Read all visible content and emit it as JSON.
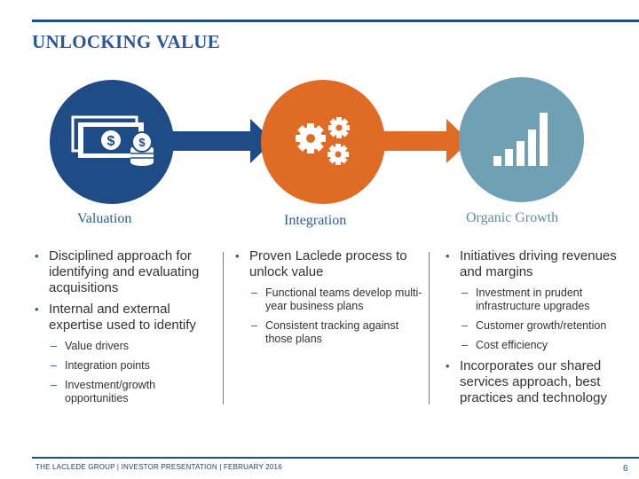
{
  "slide": {
    "title": "UNLOCKING VALUE",
    "page_number": "6"
  },
  "footer": {
    "text": "THE LACLEDE GROUP  |  INVESTOR PRESENTATION  |  FEBRUARY 2016"
  },
  "colors": {
    "navy": "#1f4b86",
    "orange": "#e06b25",
    "teal": "#6fa0b3"
  },
  "stages": [
    {
      "label": "Valuation",
      "icon": "money-icon",
      "bullets": [
        {
          "text": "Disciplined approach for identifying and evaluating acquisitions",
          "sub": []
        },
        {
          "text": "Internal and external expertise used to identify",
          "sub": [
            "Value drivers",
            "Integration points",
            "Investment/growth opportunities"
          ]
        }
      ]
    },
    {
      "label": "Integration",
      "icon": "gears-icon",
      "bullets": [
        {
          "text": "Proven Laclede process to unlock value",
          "sub": [
            "Functional teams develop multi-year business plans",
            "Consistent tracking against those plans"
          ]
        }
      ]
    },
    {
      "label": "Organic Growth",
      "icon": "bar-growth-icon",
      "bullets": [
        {
          "text": "Initiatives driving revenues and margins",
          "sub": [
            "Investment in prudent infrastructure upgrades",
            "Customer growth/retention",
            "Cost efficiency"
          ]
        },
        {
          "text": "Incorporates our shared services approach, best practices and technology",
          "sub": []
        }
      ]
    }
  ]
}
